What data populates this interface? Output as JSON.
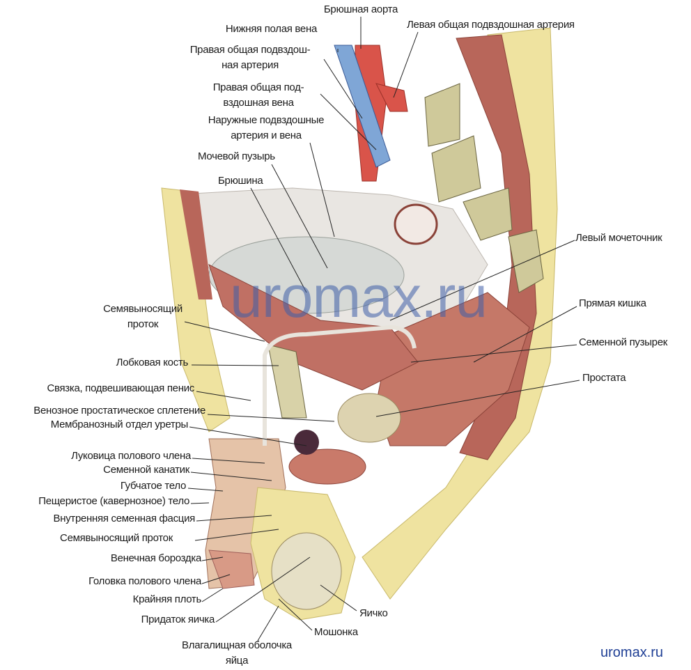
{
  "labels": {
    "abdominal_aorta": "Брюшная аорта",
    "ivc": "Нижняя полая вена",
    "left_common_iliac_artery": "Левая общая подвздошная артерия",
    "right_common_iliac_artery": [
      "Правая общая подвздош-",
      "ная артерия"
    ],
    "right_common_iliac_vein": [
      "Правая общая под-",
      "вздошная вена"
    ],
    "external_iliac": [
      "Наружные подвздошные",
      "артерия и вена"
    ],
    "bladder": "Мочевой пузырь",
    "peritoneum": "Брюшина",
    "left_ureter": "Левый мочеточник",
    "vas_deferens_upper": [
      "Семявыносящий",
      "проток"
    ],
    "rectum": "Прямая кишка",
    "seminal_vesicle": "Семенной пузырек",
    "pubic_bone": "Лобковая кость",
    "suspensory_ligament": "Связка, подвешивающая пенис",
    "prostate": "Простата",
    "venous_plexus": "Венозное простатическое сплетение",
    "membranous_urethra": "Мембранозный отдел уретры",
    "bulb_of_penis": "Луковица полового члена",
    "spermatic_cord": "Семенной канатик",
    "spongy_body": "Губчатое тело",
    "cavernous_body": "Пещеристое (кавернозное) тело",
    "internal_spermatic_fascia": "Внутренняя семенная фасция",
    "vas_deferens_lower": "Семявыносящий проток",
    "coronal_sulcus": "Венечная бороздка",
    "glans": "Головка полового члена",
    "foreskin": "Крайняя плоть",
    "epididymis": "Придаток яичка",
    "testis": "Яичко",
    "scrotum": "Мошонка",
    "tunica_vaginalis": [
      "Влагалищная оболочка",
      "яйца"
    ]
  },
  "watermark": "uromax.ru",
  "site": "uromax.ru",
  "colors": {
    "muscle": "#b8665a",
    "fat": "#efe3a0",
    "artery": "#d9544a",
    "vein": "#7fa6d6",
    "bone": "#d8d2a8",
    "watermark": "#3f5fa8"
  }
}
